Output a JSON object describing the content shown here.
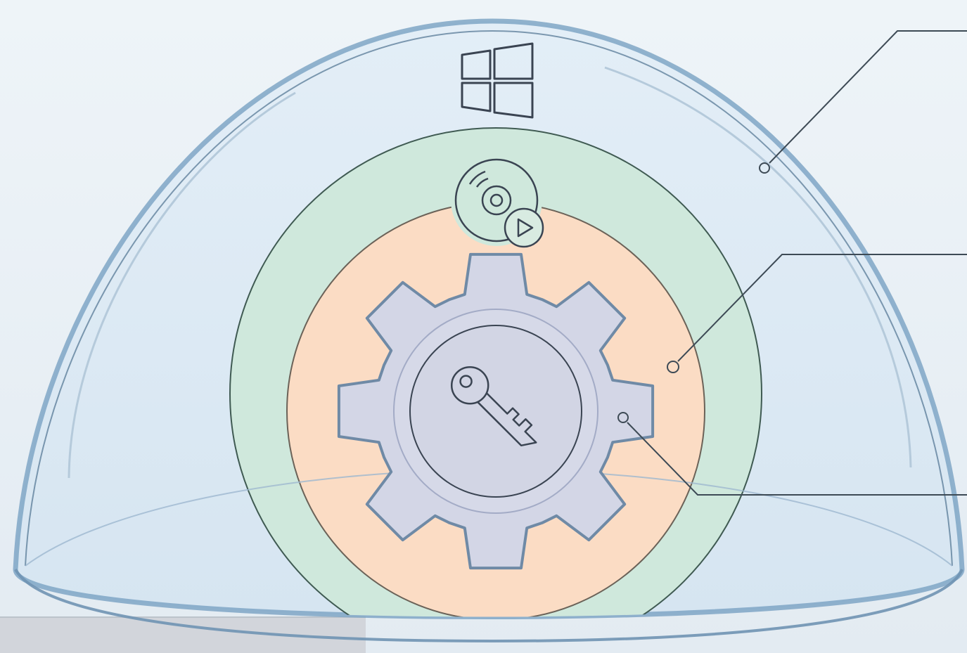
{
  "diagram": {
    "layers": [
      {
        "id": "operating-system",
        "icon": "windows-logo-icon",
        "color": "#d6e6f2"
      },
      {
        "id": "applications",
        "icon": "disc-play-icon",
        "color": "#cfe8dc"
      },
      {
        "id": "drivers",
        "icon": "none",
        "color": "#fbdcc4"
      },
      {
        "id": "core-settings",
        "icon": "gear-key-icon",
        "color": "#d3d6e6"
      }
    ],
    "callouts": [
      {
        "target": "operating-system"
      },
      {
        "target": "drivers"
      },
      {
        "target": "core-settings"
      }
    ],
    "colors": {
      "background": "#e7eef4",
      "dome_stroke": "#7fa6c6",
      "line": "#3d4a55"
    }
  }
}
